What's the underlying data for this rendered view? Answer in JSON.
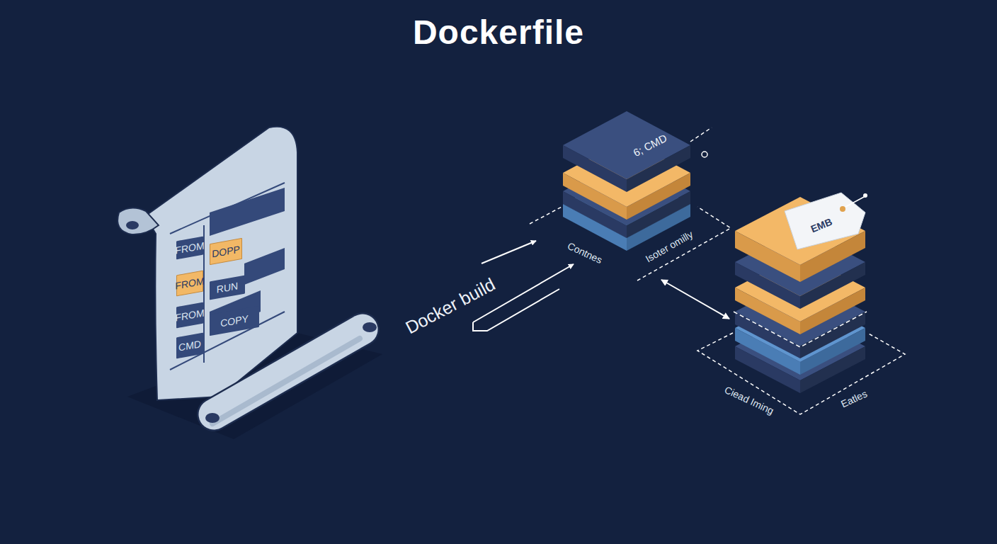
{
  "diagram": {
    "title": "Dockerfile",
    "nodes": [
      {
        "text": [
          "FROM"
        ]
      },
      {
        "text": [
          "DOPP"
        ]
      },
      {
        "text": [
          "FROM"
        ]
      },
      {
        "text": [
          "RUN"
        ]
      },
      {
        "text": [
          "FROM"
        ]
      },
      {
        "text": [
          "COPY"
        ]
      },
      {
        "text": [
          "CMD"
        ]
      },
      {
        "text": [
          "6; CMD"
        ]
      },
      {
        "text": [
          "EMB"
        ]
      }
    ],
    "edges": [
      {
        "from": 7,
        "to": 8,
        "arrow": "both"
      }
    ],
    "labels": [
      "Docker build",
      "Contnes",
      "Isoter omilly",
      "Ciead Iming",
      "Eatles"
    ]
  }
}
